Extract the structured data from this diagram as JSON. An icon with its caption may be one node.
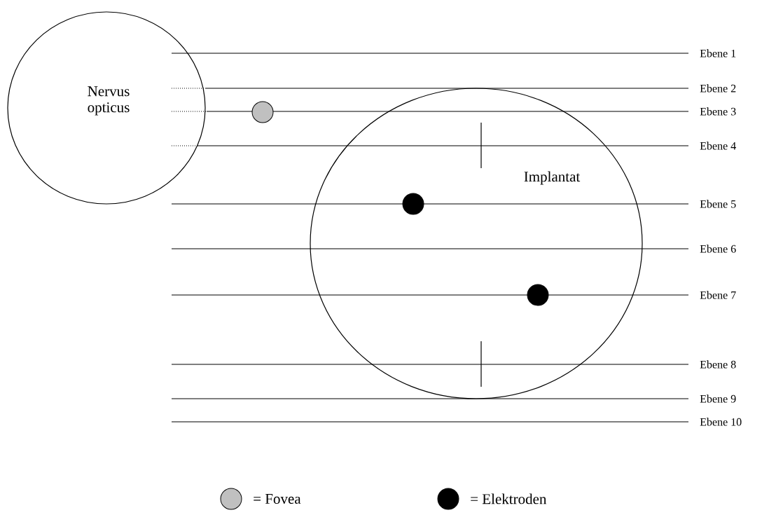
{
  "diagram": {
    "nodes": [
      {
        "text": [
          "Nervus opticus"
        ]
      },
      {
        "text": [
          "Implantat"
        ]
      },
      {
        "text": [],
        "shape": "circle"
      },
      {
        "text": [],
        "shape": "circle",
        "in": 1
      },
      {
        "text": [],
        "shape": "circle",
        "in": 1
      }
    ],
    "edges": [],
    "labels": [
      "Ebene 1",
      "Ebene 2",
      "Ebene 3",
      "Ebene 4",
      "Ebene 5",
      "Ebene 6",
      "Ebene 7",
      "Ebene 8",
      "Ebene 9",
      "Ebene 10"
    ],
    "legend": [
      {
        "text": "= Fovea",
        "color": "#c0c0c0"
      },
      {
        "text": "= Elektroden",
        "color": "#000000"
      }
    ]
  }
}
